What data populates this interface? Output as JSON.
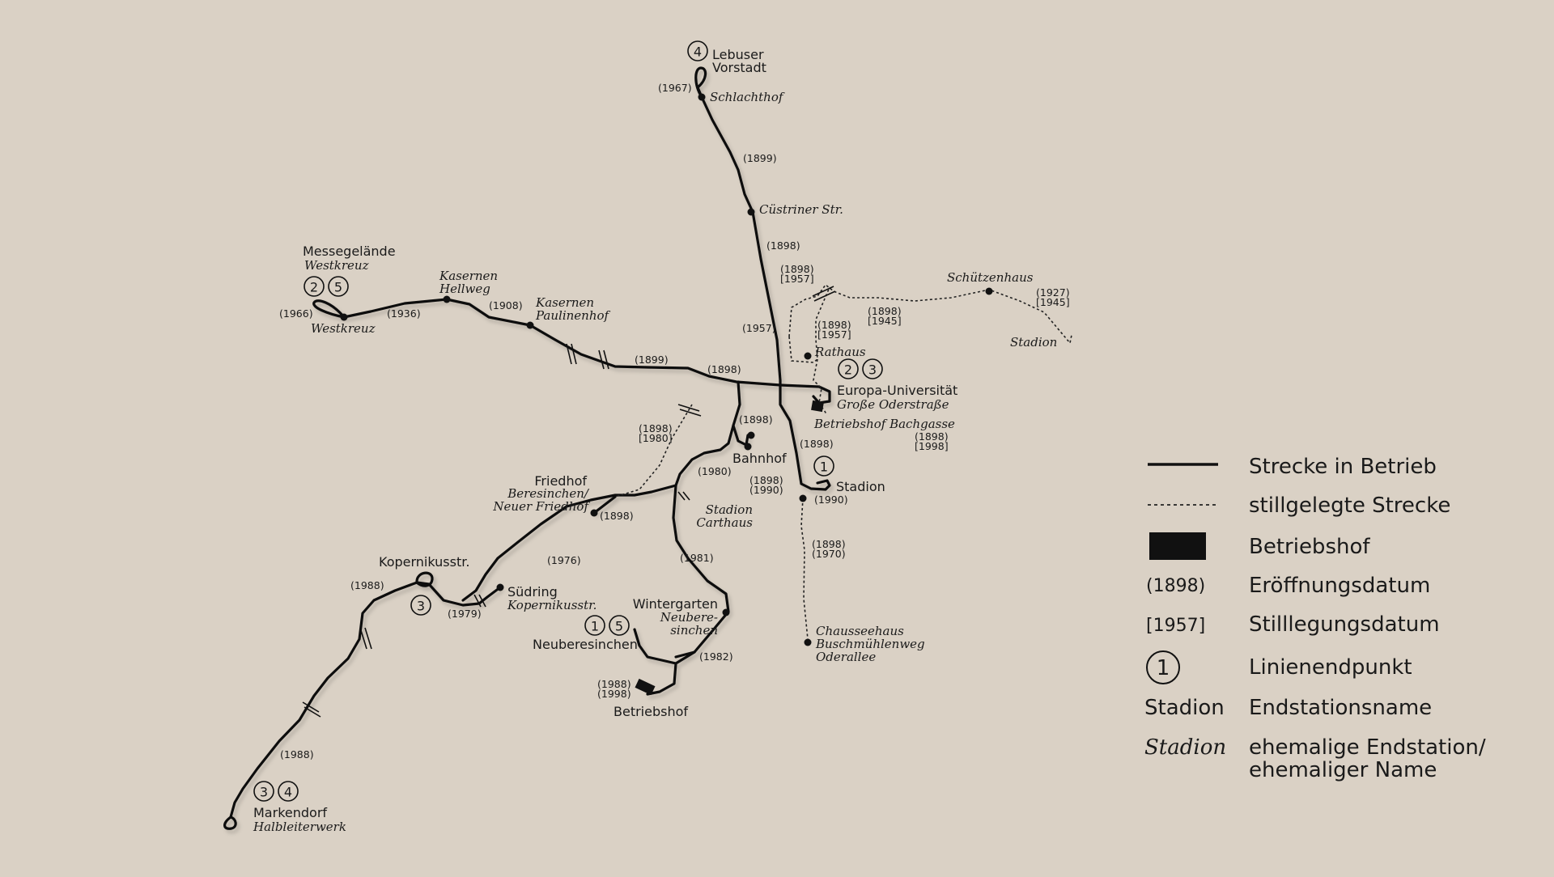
{
  "stations": {
    "lebuser_vorstadt": "Lebuser\nVorstadt",
    "schlachthof": "Schlachthof",
    "custriner": "Cüstriner Str.",
    "messegelaende": "Messegelände",
    "westkreuz_it_top": "Westkreuz",
    "westkreuz_it": "Westkreuz",
    "kasernen_hellweg": "Kasernen\nHellweg",
    "kasernen_paulinenhof": "Kasernen\nPaulinenhof",
    "schuetzenhaus": "Schützenhaus",
    "stadion_it_ne": "Stadion",
    "rathaus": "Rathaus",
    "europa_uni": "Europa-Universität",
    "grosse_oder": "Große Oderstraße",
    "betriebshof_bachgasse": "Betriebshof Bachgasse",
    "bahnhof": "Bahnhof",
    "stadion": "Stadion",
    "stadion_carthaus": "Stadion\nCarthaus",
    "friedhof": "Friedhof",
    "beresinchen": "Beresinchen/\nNeuer Friedhof",
    "kopernikusstr": "Kopernikusstr.",
    "suedring": "Südring",
    "suedring_kop": "Kopernikusstr.",
    "wintergarten": "Wintergarten",
    "neuberesinchen_it": "Neubere-\nsinchen",
    "neuberesinchen": "Neuberesinchen",
    "betriebshof": "Betriebshof",
    "chausseehaus": "Chausseehaus\nBuschmühlenweg\nOderallee",
    "markendorf": "Markendorf",
    "halbleiterwerk": "Halbleiterwerk"
  },
  "terminals": {
    "t_lebus": "4",
    "t_west_2": "2",
    "t_west_5": "5",
    "t_rat_2": "2",
    "t_rat_3": "3",
    "t_stad_1": "1",
    "t_kop_3": "3",
    "t_neu_1": "1",
    "t_neu_5": "5",
    "t_mark_3": "3",
    "t_mark_4": "4"
  },
  "years": {
    "y1967": "(1967)",
    "y1899a": "(1899)",
    "y1898a": "(1898)",
    "y1898_1957": "(1898)\n[1957]",
    "y1957": "(1957)",
    "y1898_1957b": "(1898)\n[1957]",
    "y1898_1945": "(1898)\n[1945]",
    "y1927_1945": "(1927)\n[1945]",
    "y1966": "(1966)",
    "y1936": "(1936)",
    "y1908": "(1908)",
    "y1899b": "(1899)",
    "y1898b": "(1898)",
    "y1898c": "(1898)",
    "y1898_1980": "(1898)\n[1980]",
    "y1898d": "(1898)",
    "y1898_1998": "(1898)\n[1998]",
    "y1980": "(1980)",
    "y1898_1990": "(1898)\n(1990)",
    "y1990": "(1990)",
    "y1898e": "(1898)",
    "y1898_1970": "(1898)\n(1970)",
    "y1976": "(1976)",
    "y1981": "(1981)",
    "y1988a": "(1988)",
    "y1979": "(1979)",
    "y1982": "(1982)",
    "y1988_1998": "(1988)\n(1998)",
    "y1988b": "(1988)"
  },
  "legend": {
    "line_active": "Strecke in Betrieb",
    "line_closed": "stillgelegte Strecke",
    "depot": "Betriebshof",
    "open_date_sample": "(1898)",
    "open_date": "Eröffnungsdatum",
    "close_date_sample": "[1957]",
    "close_date": "Stilllegungsdatum",
    "terminus_sample": "1",
    "terminus": "Linienendpunkt",
    "name_sample": "Stadion",
    "name": "Endstationsname",
    "former_sample": "Stadion",
    "former": "ehemalige Endstation/\nehemaliger Name"
  }
}
